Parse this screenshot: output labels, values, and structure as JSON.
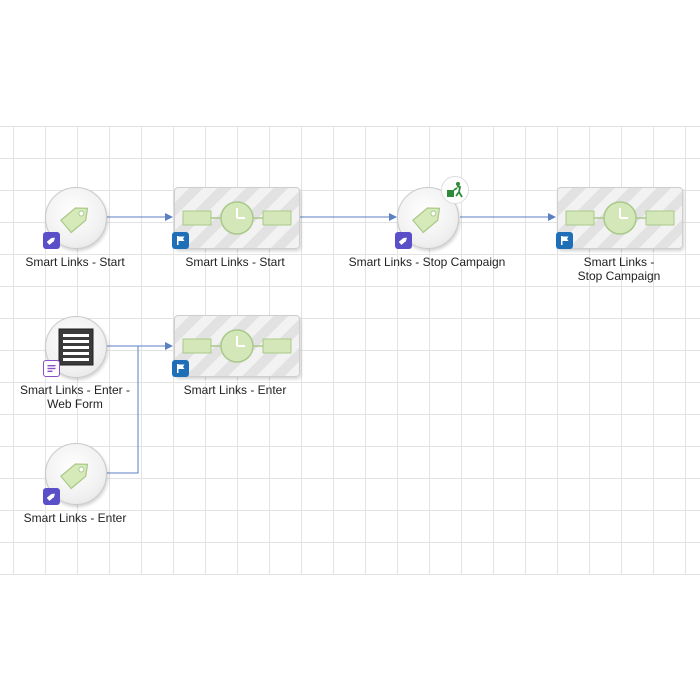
{
  "canvas": {
    "grid": true
  },
  "nodes": {
    "trigger_start": {
      "label": "Smart Links - Start",
      "icon": "tag-icon",
      "badge": "trigger-badge-icon"
    },
    "wait_start": {
      "label": "Smart Links - Start",
      "icon": "timer-icon",
      "badge": "flag-badge-icon"
    },
    "trigger_stop": {
      "label": "Smart Links - Stop Campaign",
      "icon": "tag-icon",
      "badge": "trigger-badge-icon",
      "extra_badge": "exit-campaign-icon"
    },
    "wait_stop": {
      "label_line1": "Smart Links -",
      "label_line2": "Stop Campaign",
      "icon": "timer-icon",
      "badge": "flag-badge-icon"
    },
    "form_enter": {
      "label_line1": "Smart Links - Enter -",
      "label_line2": "Web Form",
      "icon": "web-form-icon",
      "badge": "form-badge-icon"
    },
    "wait_enter": {
      "label": "Smart Links - Enter",
      "icon": "timer-icon",
      "badge": "flag-badge-icon"
    },
    "trigger_enter": {
      "label": "Smart Links - Enter",
      "icon": "tag-icon",
      "badge": "trigger-badge-icon"
    }
  },
  "colors": {
    "connector": "#5b7fc2",
    "trigger_badge": "#5b4fc7",
    "flag_badge": "#1f6fb8",
    "timer_green": "#d3e7b9",
    "tag_green": "#d6eab9"
  }
}
